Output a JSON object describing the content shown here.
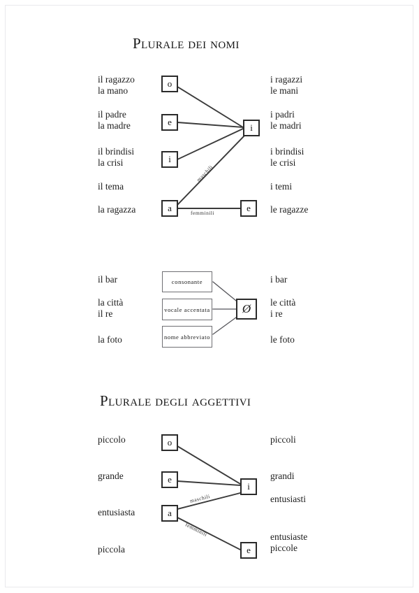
{
  "page": {
    "background": "#ffffff",
    "line_color": "#3a3a3a",
    "box_border_color": "#2b2b2b",
    "text_color": "#1d1d1d"
  },
  "sections": [
    {
      "title": "Plurale dei nomi",
      "left_words": [
        "il ragazzo\nla mano",
        "il padre\nla madre",
        "il brindisi\nla crisi",
        "il tema",
        "la ragazza"
      ],
      "right_words": [
        "i ragazzi\nle mani",
        "i padri\nle madri",
        "i brindisi\nle crisi",
        "i temi",
        "le ragazze"
      ],
      "source_boxes": [
        "o",
        "e",
        "i",
        "a"
      ],
      "target_boxes": [
        "i",
        "e"
      ],
      "edge_labels": [
        "maschili",
        "femminili"
      ]
    },
    {
      "title": "",
      "left_words": [
        "il bar",
        "la città\nil re",
        "la foto"
      ],
      "right_words": [
        "i bar",
        "le città\ni re",
        "le foto"
      ],
      "source_boxes": [
        "consonante",
        "vocale\naccentata",
        "nome\nabbreviato"
      ],
      "target_boxes": [
        "Ø"
      ],
      "edge_labels": []
    },
    {
      "title": "Plurale degli aggettivi",
      "left_words": [
        "piccolo",
        "grande",
        "entusiasta",
        "piccola"
      ],
      "right_words": [
        "piccoli",
        "grandi",
        "entusiasti",
        "entusiaste\npiccole"
      ],
      "source_boxes": [
        "o",
        "e",
        "a"
      ],
      "target_boxes": [
        "i",
        "e"
      ],
      "edge_labels": [
        "maschili",
        "femminili"
      ]
    }
  ],
  "s1": {
    "title": "Plurale dei nomi",
    "l1": "il ragazzo\nla mano",
    "l2": "il padre\nla madre",
    "l3": "il brindisi\nla crisi",
    "l4": "il tema",
    "l5": "la ragazza",
    "r1": "i ragazzi\nle mani",
    "r2": "i padri\nle madri",
    "r3": "i brindisi\nle crisi",
    "r4": "i temi",
    "r5": "le ragazze",
    "box_o": "o",
    "box_e": "e",
    "box_i": "i",
    "box_a": "a",
    "box_target_i": "i",
    "box_target_e": "e",
    "label_maschili": "maschili",
    "label_femminili": "femminili"
  },
  "s2": {
    "l1": "il bar",
    "l2": "la città\nil re",
    "l3": "la foto",
    "r1": "i bar",
    "r2": "le città\ni re",
    "r3": "le foto",
    "box_consonante": "consonante",
    "box_vocale": "vocale\naccentata",
    "box_nome": "nome\nabbreviato",
    "box_zero": "Ø"
  },
  "s3": {
    "title": "Plurale degli aggettivi",
    "l1": "piccolo",
    "l2": "grande",
    "l3": "entusiasta",
    "l4": "piccola",
    "r1": "piccoli",
    "r2": "grandi",
    "r3": "entusiasti",
    "r4": "entusiaste\npiccole",
    "box_o": "o",
    "box_e": "e",
    "box_a": "a",
    "box_target_i": "i",
    "box_target_e": "e",
    "label_maschili": "maschili",
    "label_femminili": "femminili"
  }
}
